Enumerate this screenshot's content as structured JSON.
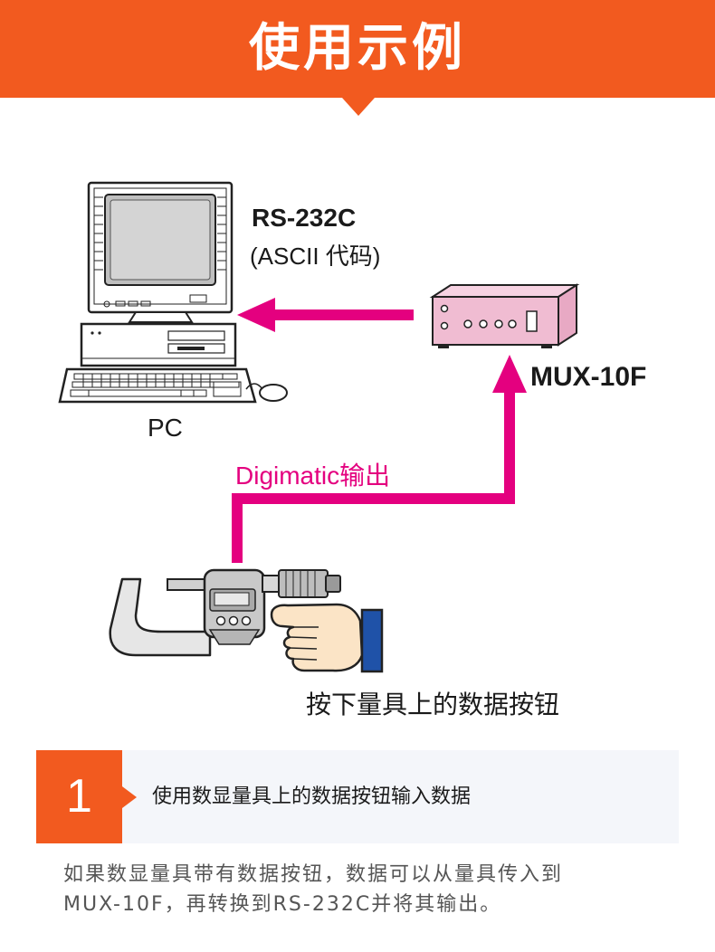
{
  "header": {
    "title": "使用示例"
  },
  "diagram": {
    "protocol_title": "RS-232C",
    "protocol_sub": "(ASCII 代码)",
    "pc_label": "PC",
    "mux_label": "MUX-10F",
    "output_label": "Digimatic输出",
    "press_label": "按下量具上的数据按钮",
    "colors": {
      "arrow": "#e4007f",
      "mux_body": "#f0bcd2",
      "cuff": "#1f52a8",
      "hand": "#fbe4c6"
    }
  },
  "step": {
    "number": "1",
    "text": "使用数显量具上的数据按钮输入数据"
  },
  "description": {
    "line1": "如果数显量具带有数据按钮，数据可以从量具传入到",
    "line2": "MUX-10F，再转换到RS-232C并将其输出。"
  },
  "theme": {
    "accent": "#f25a1f",
    "panel": "#f4f6fa"
  }
}
